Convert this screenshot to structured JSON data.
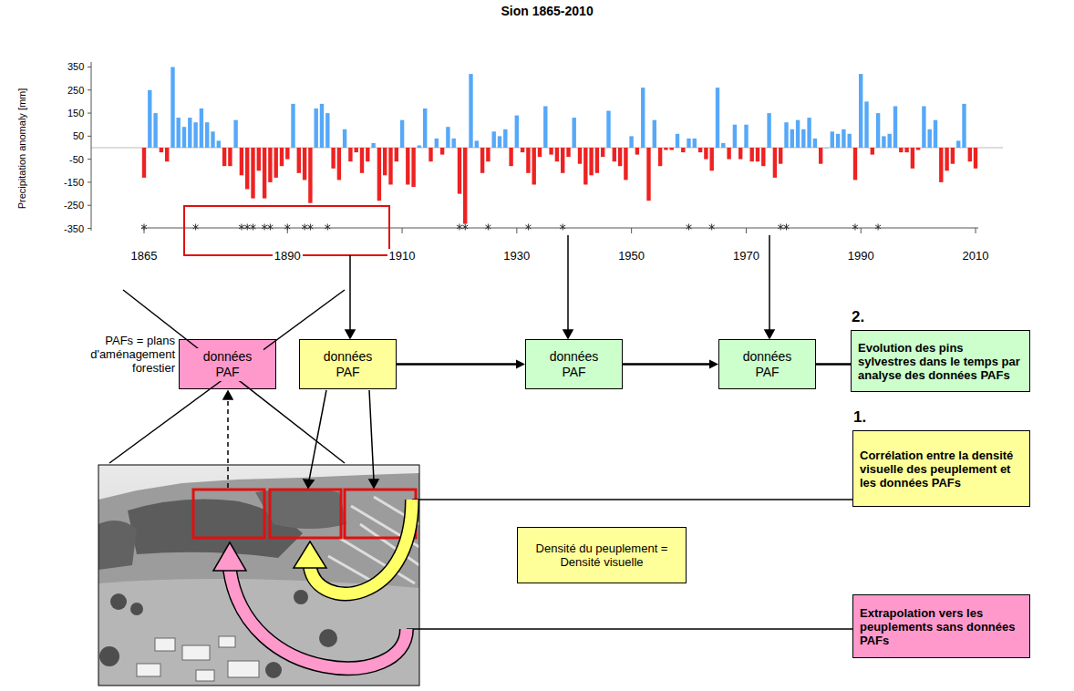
{
  "diagram": {
    "title": "Sion 1865-2010",
    "nodes": [
      {
        "text": [
          "données PAF"
        ]
      },
      {
        "text": [
          "données PAF"
        ]
      },
      {
        "text": [
          "données PAF"
        ]
      },
      {
        "text": [
          "données PAF"
        ]
      },
      {
        "text": [
          "2.",
          "Evolution des pins sylvestres dans le temps par analyse des données PAFs"
        ]
      },
      {
        "text": [
          "1.",
          "Corrélation entre la densité visuelle des peuplement et les données PAFs"
        ]
      },
      {
        "text": [
          "Densité du peuplement = Densité visuelle"
        ]
      },
      {
        "text": [
          "Extrapolation vers les peuplements sans données PAFs"
        ]
      }
    ],
    "edges": [
      {
        "from": 1,
        "to": 2,
        "arrow": "to"
      },
      {
        "from": 2,
        "to": 3,
        "arrow": "to"
      },
      {
        "from": 3,
        "to": 4,
        "arrow": "none"
      }
    ],
    "labels": [
      "Precipitation anomaly [mm]",
      "350",
      "250",
      "150",
      "50",
      "-50",
      "-150",
      "-250",
      "-350",
      "1865",
      "1890",
      "1910",
      "1930",
      "1950",
      "1970",
      "1990",
      "2010",
      "PAFs = plans d'aménagement forestier"
    ]
  }
}
